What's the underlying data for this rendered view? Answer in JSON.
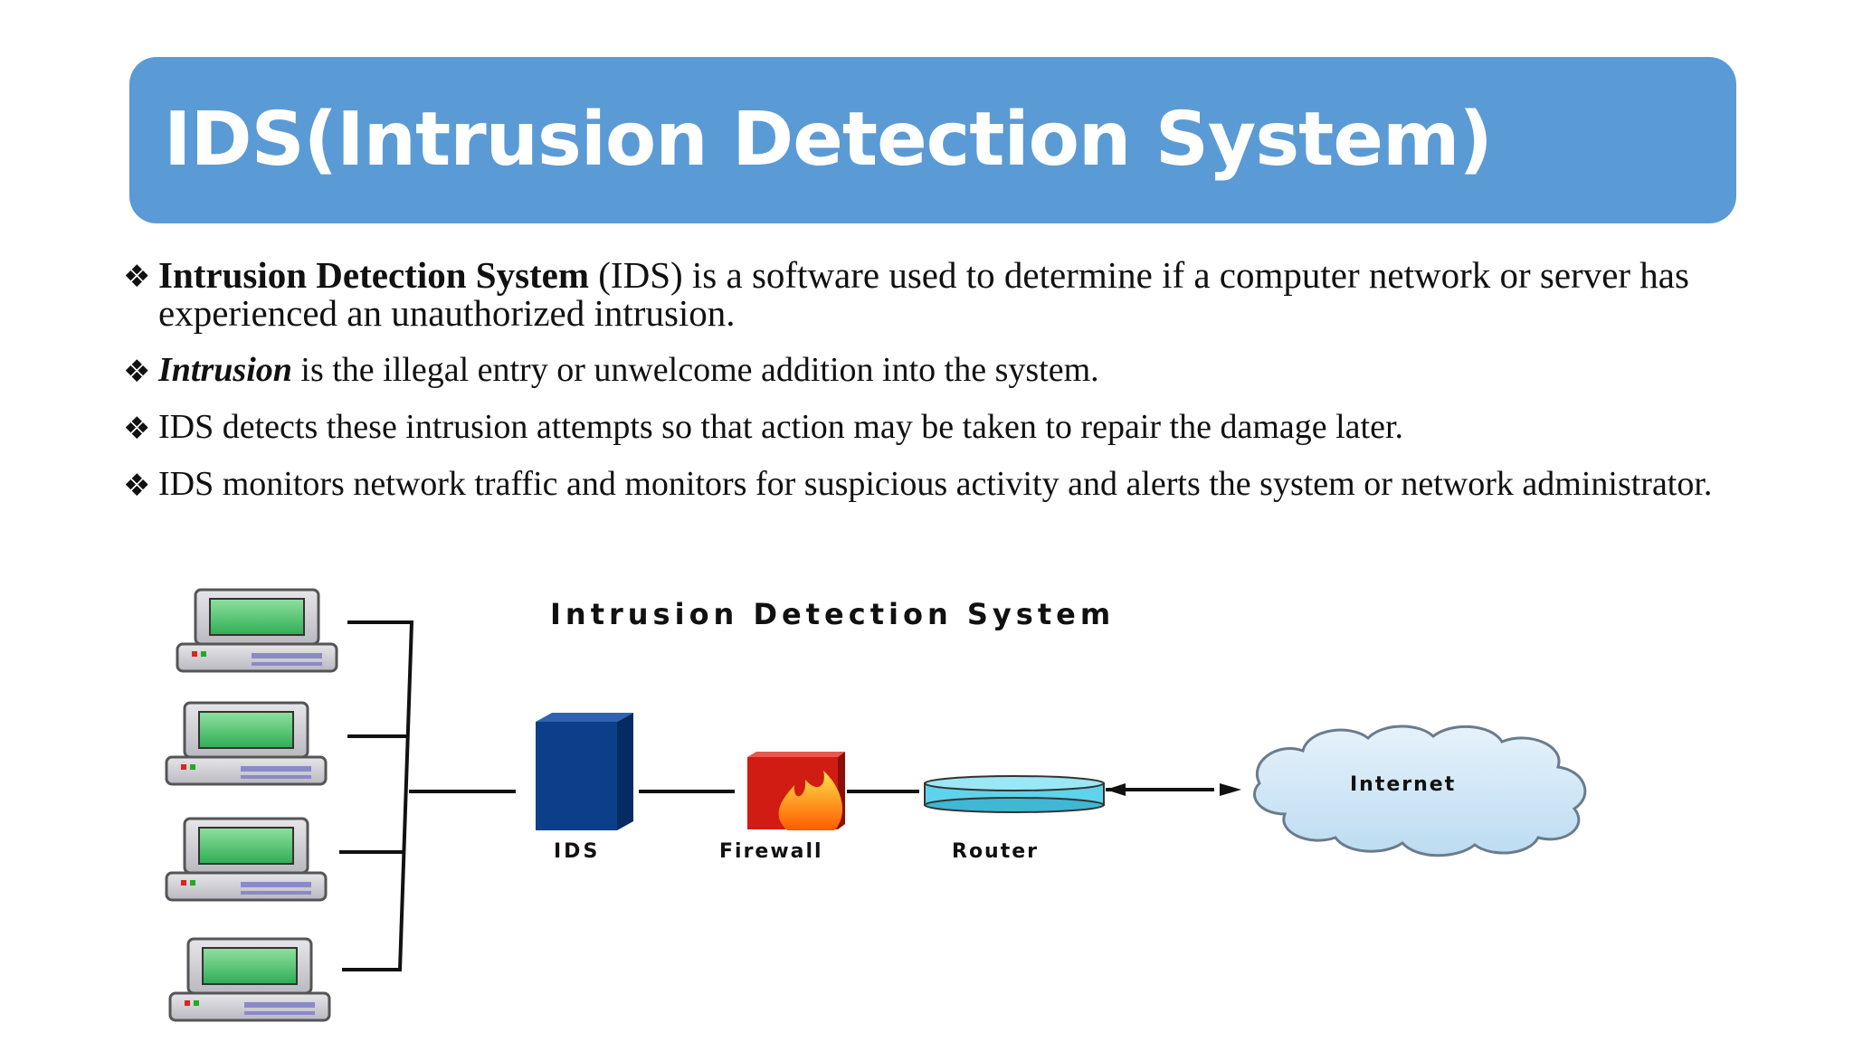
{
  "slide": {
    "title": "IDS(Intrusion Detection System)"
  },
  "bullets": [
    {
      "lead": "Intrusion Detection System",
      "text": " (IDS) is a software used to determine if a computer network or server has experienced an unauthorized intrusion."
    },
    {
      "lead": "Intrusion",
      "text": " is the illegal entry or unwelcome addition into the system."
    },
    {
      "lead": "",
      "text": "IDS detects these intrusion attempts so that action may be taken to repair the damage later."
    },
    {
      "lead": "",
      "text": "IDS monitors network traffic and monitors for suspicious activity and alerts the system or network administrator."
    }
  ],
  "diagram": {
    "title": "Intrusion Detection System",
    "labels": {
      "ids": "IDS",
      "firewall": "Firewall",
      "router": "Router",
      "internet": "Internet"
    },
    "colors": {
      "ids_box": "#0b3f8a",
      "firewall_box": "#d01c12",
      "router": "#5fd3ec",
      "cloud": "#cfe6f6",
      "monitor_screen": "#4cc46c"
    }
  },
  "bullet_glyph": "❖"
}
